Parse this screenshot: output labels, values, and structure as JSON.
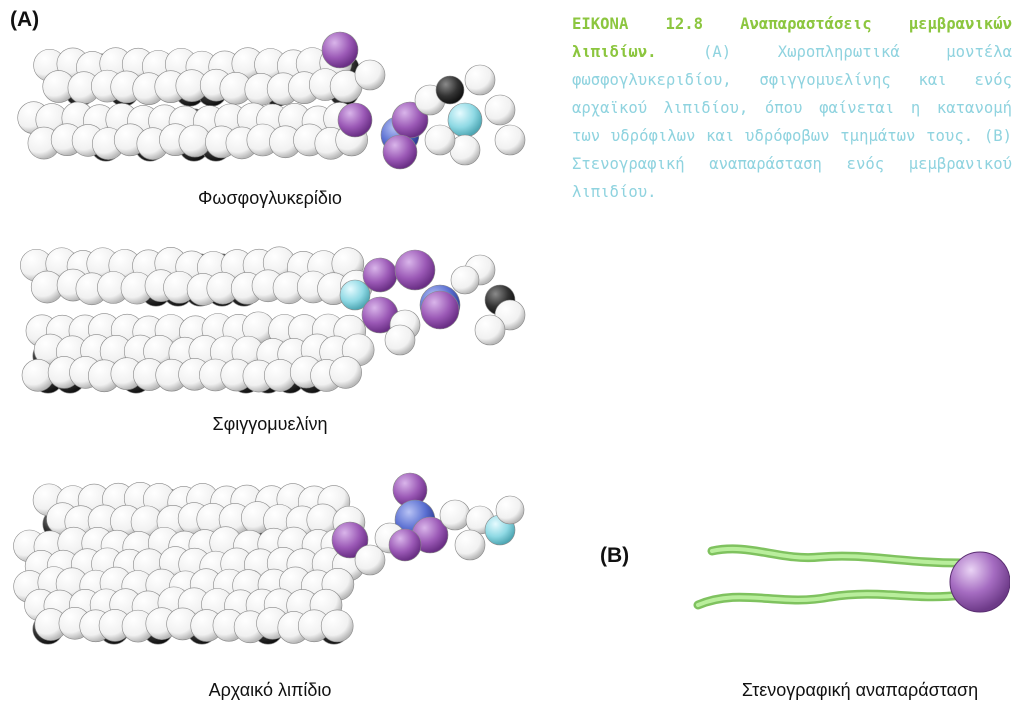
{
  "panel_a": {
    "label": "(A)"
  },
  "panel_b": {
    "label": "(B)"
  },
  "figure_caption": {
    "title": "ΕΙΚΟΝΑ 12.8 Αναπαραστάσεις μεμβρανικών λιπιδίων.",
    "body": "(A) Χωροπληρωτικά μοντέλα φωσφογλυκεριδίου, σφιγγομυελίνης και ενός αρχαϊκού λιπιδίου, όπου φαίνεται η κατανομή των υδρόφιλων και υδρόφοβων τμημάτων τους. (B) Στενογραφική αναπαράσταση ενός μεμβρανικού λιπιδίου."
  },
  "models": [
    {
      "name": "Φωσφογλυκερίδιο"
    },
    {
      "name": "Σφιγγομυελίνη"
    },
    {
      "name": "Αρχαικό λιπίδιο"
    }
  ],
  "shorthand": {
    "name": "Στενογραφική αναπαράσταση"
  },
  "colors": {
    "hydrogen": "#ffffff",
    "carbon": "#2a2a2a",
    "oxygen": "#9b59b6",
    "phosphorus": "#5a6fd1",
    "nitrogen": "#7fd3df",
    "tail": "#9be07a",
    "head": "#a56cc1",
    "caption_lead": "#8cc63f",
    "caption_body": "#8fd3df"
  }
}
